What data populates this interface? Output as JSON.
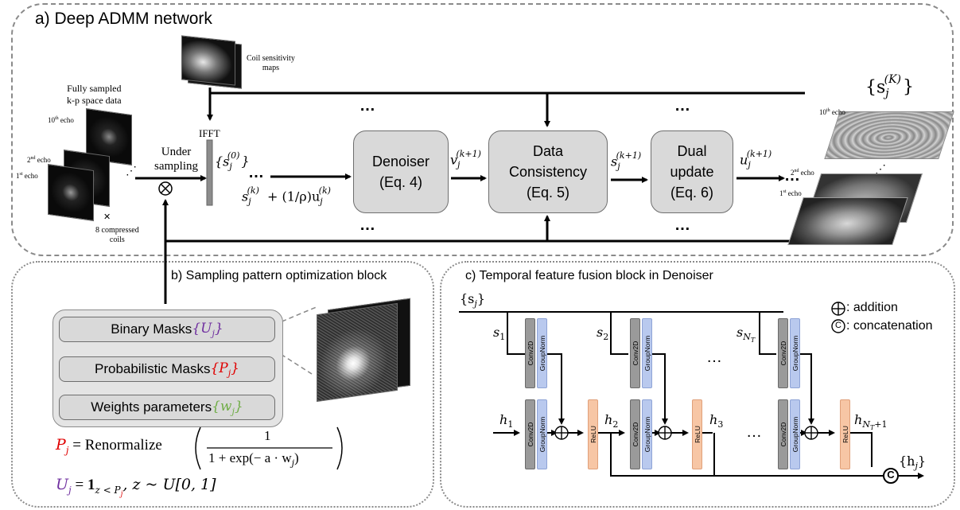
{
  "panel_a": {
    "title": "a) Deep ADMM network",
    "coil_maps_label_1": "Coil sensitivity",
    "coil_maps_label_2": "maps",
    "fully_sampled_1": "Fully sampled",
    "fully_sampled_2": "k-p space data",
    "echo_10": "10",
    "echo_10_sup": "th",
    "echo_word": " echo",
    "echo_2": "2",
    "echo_2_sup": "nd",
    "echo_1": "1",
    "echo_1_sup": "st",
    "compressed_1": "8 compressed",
    "compressed_2": "coils",
    "under_1": "Under",
    "under_2": "sampling",
    "ifft": "IFFT",
    "s0": "{s",
    "s0_sub": "j",
    "s0_sup": "(0)",
    "s0_close": "}",
    "ellipsis": "…",
    "sk_expr": "s",
    "sk_sub": "j",
    "sk_sup": "(k)",
    "plus": "+ (1/ρ)u",
    "uk_sub": "j",
    "uk_sup": "(k)",
    "denoiser_1": "Denoiser",
    "denoiser_2": "(Eq. 4)",
    "v_label": "v",
    "v_sub": "j",
    "v_sup": "(k+1)",
    "dc_1": "Data",
    "dc_2": "Consistency",
    "dc_3": "(Eq. 5)",
    "s_next": "s",
    "s_next_sub": "j",
    "s_next_sup": "(k+1)",
    "dual_1": "Dual",
    "dual_2": "update",
    "dual_3": "(Eq. 6)",
    "u_next": "u",
    "u_next_sub": "j",
    "u_next_sup": "(k+1)",
    "sK_open": "{s",
    "sK_sub": "j",
    "sK_sup": "(K)",
    "sK_close": "}"
  },
  "panel_b": {
    "title": "b) Sampling pattern optimization block",
    "binary_text": "Binary Masks ",
    "binary_sym": "{U",
    "binary_sub": "j",
    "binary_close": "}",
    "prob_text": "Probabilistic Masks ",
    "prob_sym": "{P",
    "prob_sub": "j",
    "prob_close": "}",
    "weights_text": "Weights parameters ",
    "weights_sym": "{w",
    "weights_sub": "j",
    "weights_close": "}",
    "eq1_lhs": "P",
    "eq1_lhs_sub": "j",
    "eq1_mid": " = Renormalize",
    "eq1_num": "1",
    "eq1_den": "1 + exp(− a · w",
    "eq1_den_sub": "j",
    "eq1_den_close": ")",
    "eq2_lhs": "U",
    "eq2_lhs_sub": "j",
    "eq2_mid": " = ",
    "eq2_one": "1",
    "eq2_cond": "z < P",
    "eq2_cond_sub": "j",
    "eq2_rest": ",  z  ~ U[0, 1]",
    "color_purple": "#7030a0",
    "color_red": "#e00000",
    "color_green": "#70ad47"
  },
  "panel_c": {
    "title": "c) Temporal feature fusion block in Denoiser",
    "sj_set": "{s",
    "sj_set_sub": "j",
    "sj_set_close": "}",
    "s1": "s",
    "s1_sub": "1",
    "s2": "s",
    "s2_sub": "2",
    "sNT": "s",
    "sNT_sub": "N",
    "sNT_subsub": "T",
    "h1": "h",
    "h1_sub": "1",
    "h2": "h",
    "h2_sub": "2",
    "h3": "h",
    "h3_sub": "3",
    "hN": "h",
    "hN_sub": "N",
    "hN_subsub": "T",
    "hN_plus": "+1",
    "hj_set": "{h",
    "hj_set_sub": "j",
    "hj_set_close": "}",
    "conv": "Conv2D",
    "gnorm": "GroupNorm",
    "relu": "ReLU",
    "dots": "…",
    "legend_add": ": addition",
    "legend_cat": ": concatenation",
    "cat_symbol": "C"
  }
}
